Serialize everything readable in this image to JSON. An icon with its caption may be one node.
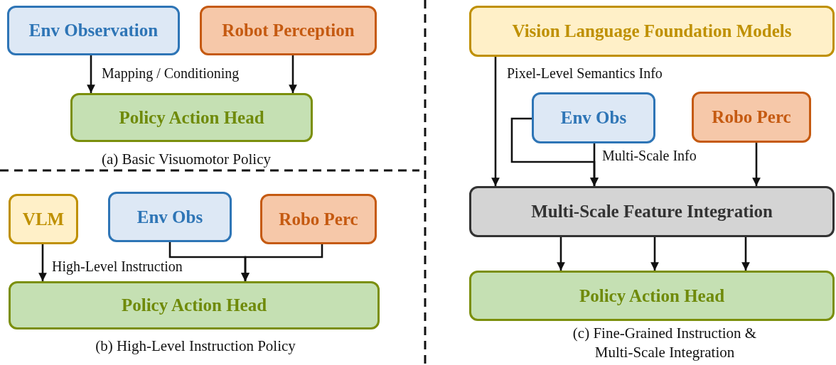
{
  "diagram": {
    "nodes": [
      {
        "text": [
          "Env Observation"
        ]
      },
      {
        "text": [
          "Robot Perception"
        ]
      },
      {
        "text": [
          "Policy Action Head"
        ]
      },
      {
        "text": [
          "VLM"
        ]
      },
      {
        "text": [
          "Env Obs"
        ]
      },
      {
        "text": [
          "Robo Perc"
        ]
      },
      {
        "text": [
          "Policy Action Head"
        ]
      },
      {
        "text": [
          "Vision Language Foundation Models"
        ]
      },
      {
        "text": [
          "Env Obs"
        ]
      },
      {
        "text": [
          "Robo Perc"
        ]
      },
      {
        "text": [
          "Multi-Scale Feature Integration"
        ]
      },
      {
        "text": [
          "Policy Action Head"
        ]
      }
    ],
    "edges": [
      {
        "from": 0,
        "to": 2,
        "arrow": "to"
      },
      {
        "from": 1,
        "to": 2,
        "arrow": "to"
      },
      {
        "from": 3,
        "to": 6,
        "arrow": "to",
        "label": "High-Level Instruction"
      },
      {
        "from": 4,
        "to": 6,
        "arrow": "to"
      },
      {
        "from": 5,
        "to": 6,
        "arrow": "to"
      },
      {
        "from": 7,
        "to": 10,
        "arrow": "to",
        "label": "Pixel-Level Semantics Info"
      },
      {
        "from": 8,
        "to": 10,
        "arrow": "to",
        "label": "Multi-Scale Info"
      },
      {
        "from": 8,
        "to": 10,
        "arrow": "to"
      },
      {
        "from": 9,
        "to": 10,
        "arrow": "to"
      },
      {
        "from": 10,
        "to": 11,
        "arrow": "to"
      },
      {
        "from": 10,
        "to": 11,
        "arrow": "to"
      },
      {
        "from": 10,
        "to": 11,
        "arrow": "to"
      }
    ],
    "labels": [
      "Mapping / Conditioning",
      "(a) Basic Visuomotor Policy",
      "(b) High-Level Instruction Policy",
      "(c) Fine-Grained Instruction & Multi-Scale Integration"
    ]
  }
}
